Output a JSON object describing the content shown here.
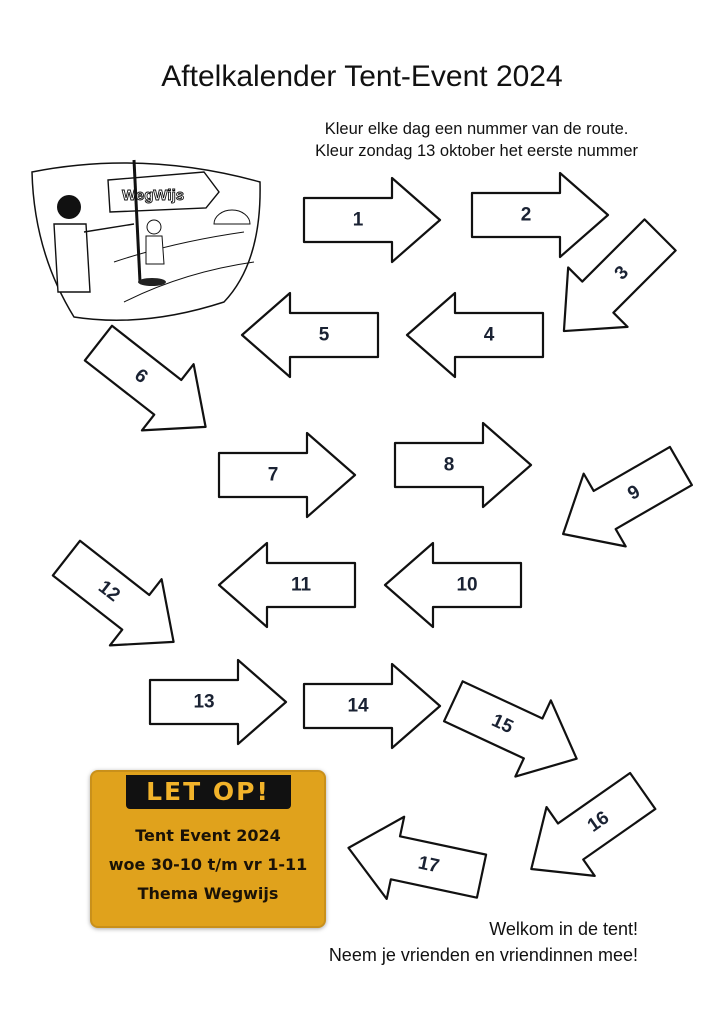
{
  "title": "Aftelkalender Tent-Event 2024",
  "instructions": [
    "Kleur elke dag een nummer van de route.",
    "Kleur zondag 13 oktober het eerste nummer"
  ],
  "illustration": {
    "sign_text": "WegWijs"
  },
  "route": {
    "days": [
      "1",
      "2",
      "3",
      "4",
      "5",
      "6",
      "7",
      "8",
      "9",
      "10",
      "11",
      "12",
      "13",
      "14",
      "15",
      "16",
      "17"
    ]
  },
  "notice": {
    "header": "LET OP!",
    "lines": [
      "Tent Event 2024",
      "woe 30-10 t/m vr 1-11",
      "Thema Wegwijs"
    ],
    "color": "#e0a21c"
  },
  "footer": [
    "Welkom in de tent!",
    "Neem je vrienden en vriendinnen mee!"
  ]
}
